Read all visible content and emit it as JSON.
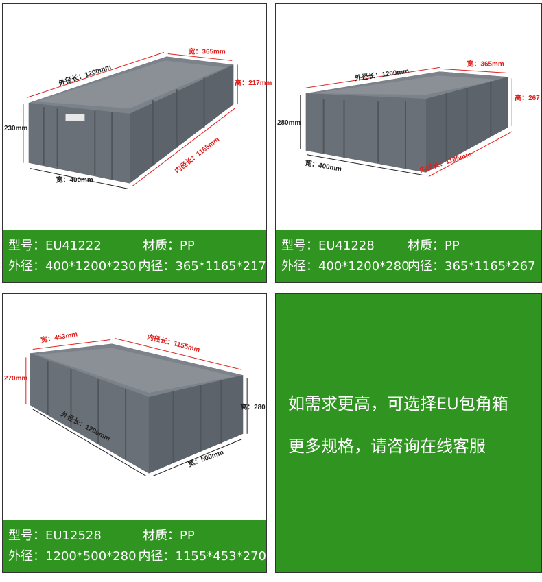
{
  "products": [
    {
      "model_label": "型号：",
      "model": "EU41222",
      "material_label": "材质：",
      "material": "PP",
      "outer_label": "外径：",
      "outer": "400*1200*230",
      "inner_label": "内径：",
      "inner": "365*1165*217",
      "dims": {
        "outer_len": "外径长：1200mm",
        "width_in": "宽：365mm",
        "height_in": "高：217mm",
        "height_out": "230mm",
        "width_out": "宽：400mm",
        "inner_len": "内径长：1165mm"
      }
    },
    {
      "model_label": "型号：",
      "model": "EU41228",
      "material_label": "材质：",
      "material": "PP",
      "outer_label": "外径：",
      "outer": "400*1200*280",
      "inner_label": "内径：",
      "inner": "365*1165*267",
      "dims": {
        "outer_len": "外径长：1200mm",
        "width_in": "宽：365mm",
        "height_in": "高：267",
        "height_out": "280mm",
        "width_out": "宽：400mm",
        "inner_len": "内径长：1165mm"
      }
    },
    {
      "model_label": "型号：",
      "model": "EU12528",
      "material_label": "材质：",
      "material": "PP",
      "outer_label": "外径：",
      "outer": "1200*500*280",
      "inner_label": "内径：",
      "inner": "1155*453*270",
      "dims": {
        "width_in": "宽：453mm",
        "inner_len": "内径长：1155mm",
        "height_in": "270mm",
        "height_out": "高：280",
        "outer_len": "外径长：1200mm",
        "width_out": "宽：500mm"
      }
    }
  ],
  "promo": {
    "line1": "如需求更高，可选择EU包角箱",
    "line2": "更多规格，请咨询在线客服"
  },
  "colors": {
    "green": "#2f9420",
    "crate": "#6f757c",
    "dim_red": "#e0201c"
  }
}
